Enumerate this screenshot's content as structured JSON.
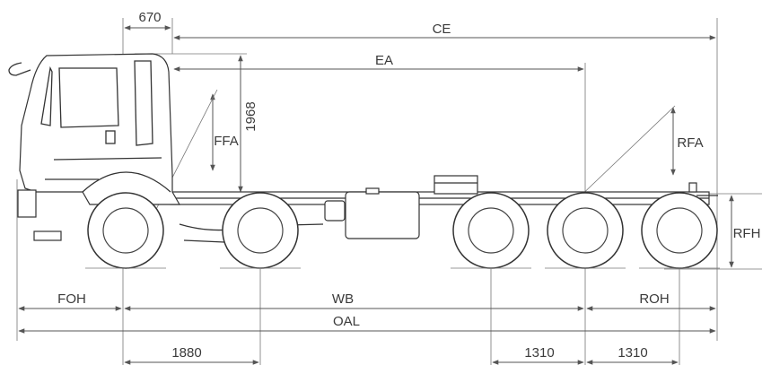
{
  "labels": {
    "cab_offset": "670",
    "ce": "CE",
    "ea": "EA",
    "cab_height": "1968",
    "ffa": "FFA",
    "rfa": "RFA",
    "rfh": "RFH",
    "foh": "FOH",
    "wb": "WB",
    "roh": "ROH",
    "oal": "OAL",
    "front_axle_spacing": "1880",
    "rear_axle_spacing_1": "1310",
    "rear_axle_spacing_2": "1310"
  },
  "colors": {
    "line": "#555555",
    "text": "#3a3a3a",
    "background": "#ffffff"
  }
}
